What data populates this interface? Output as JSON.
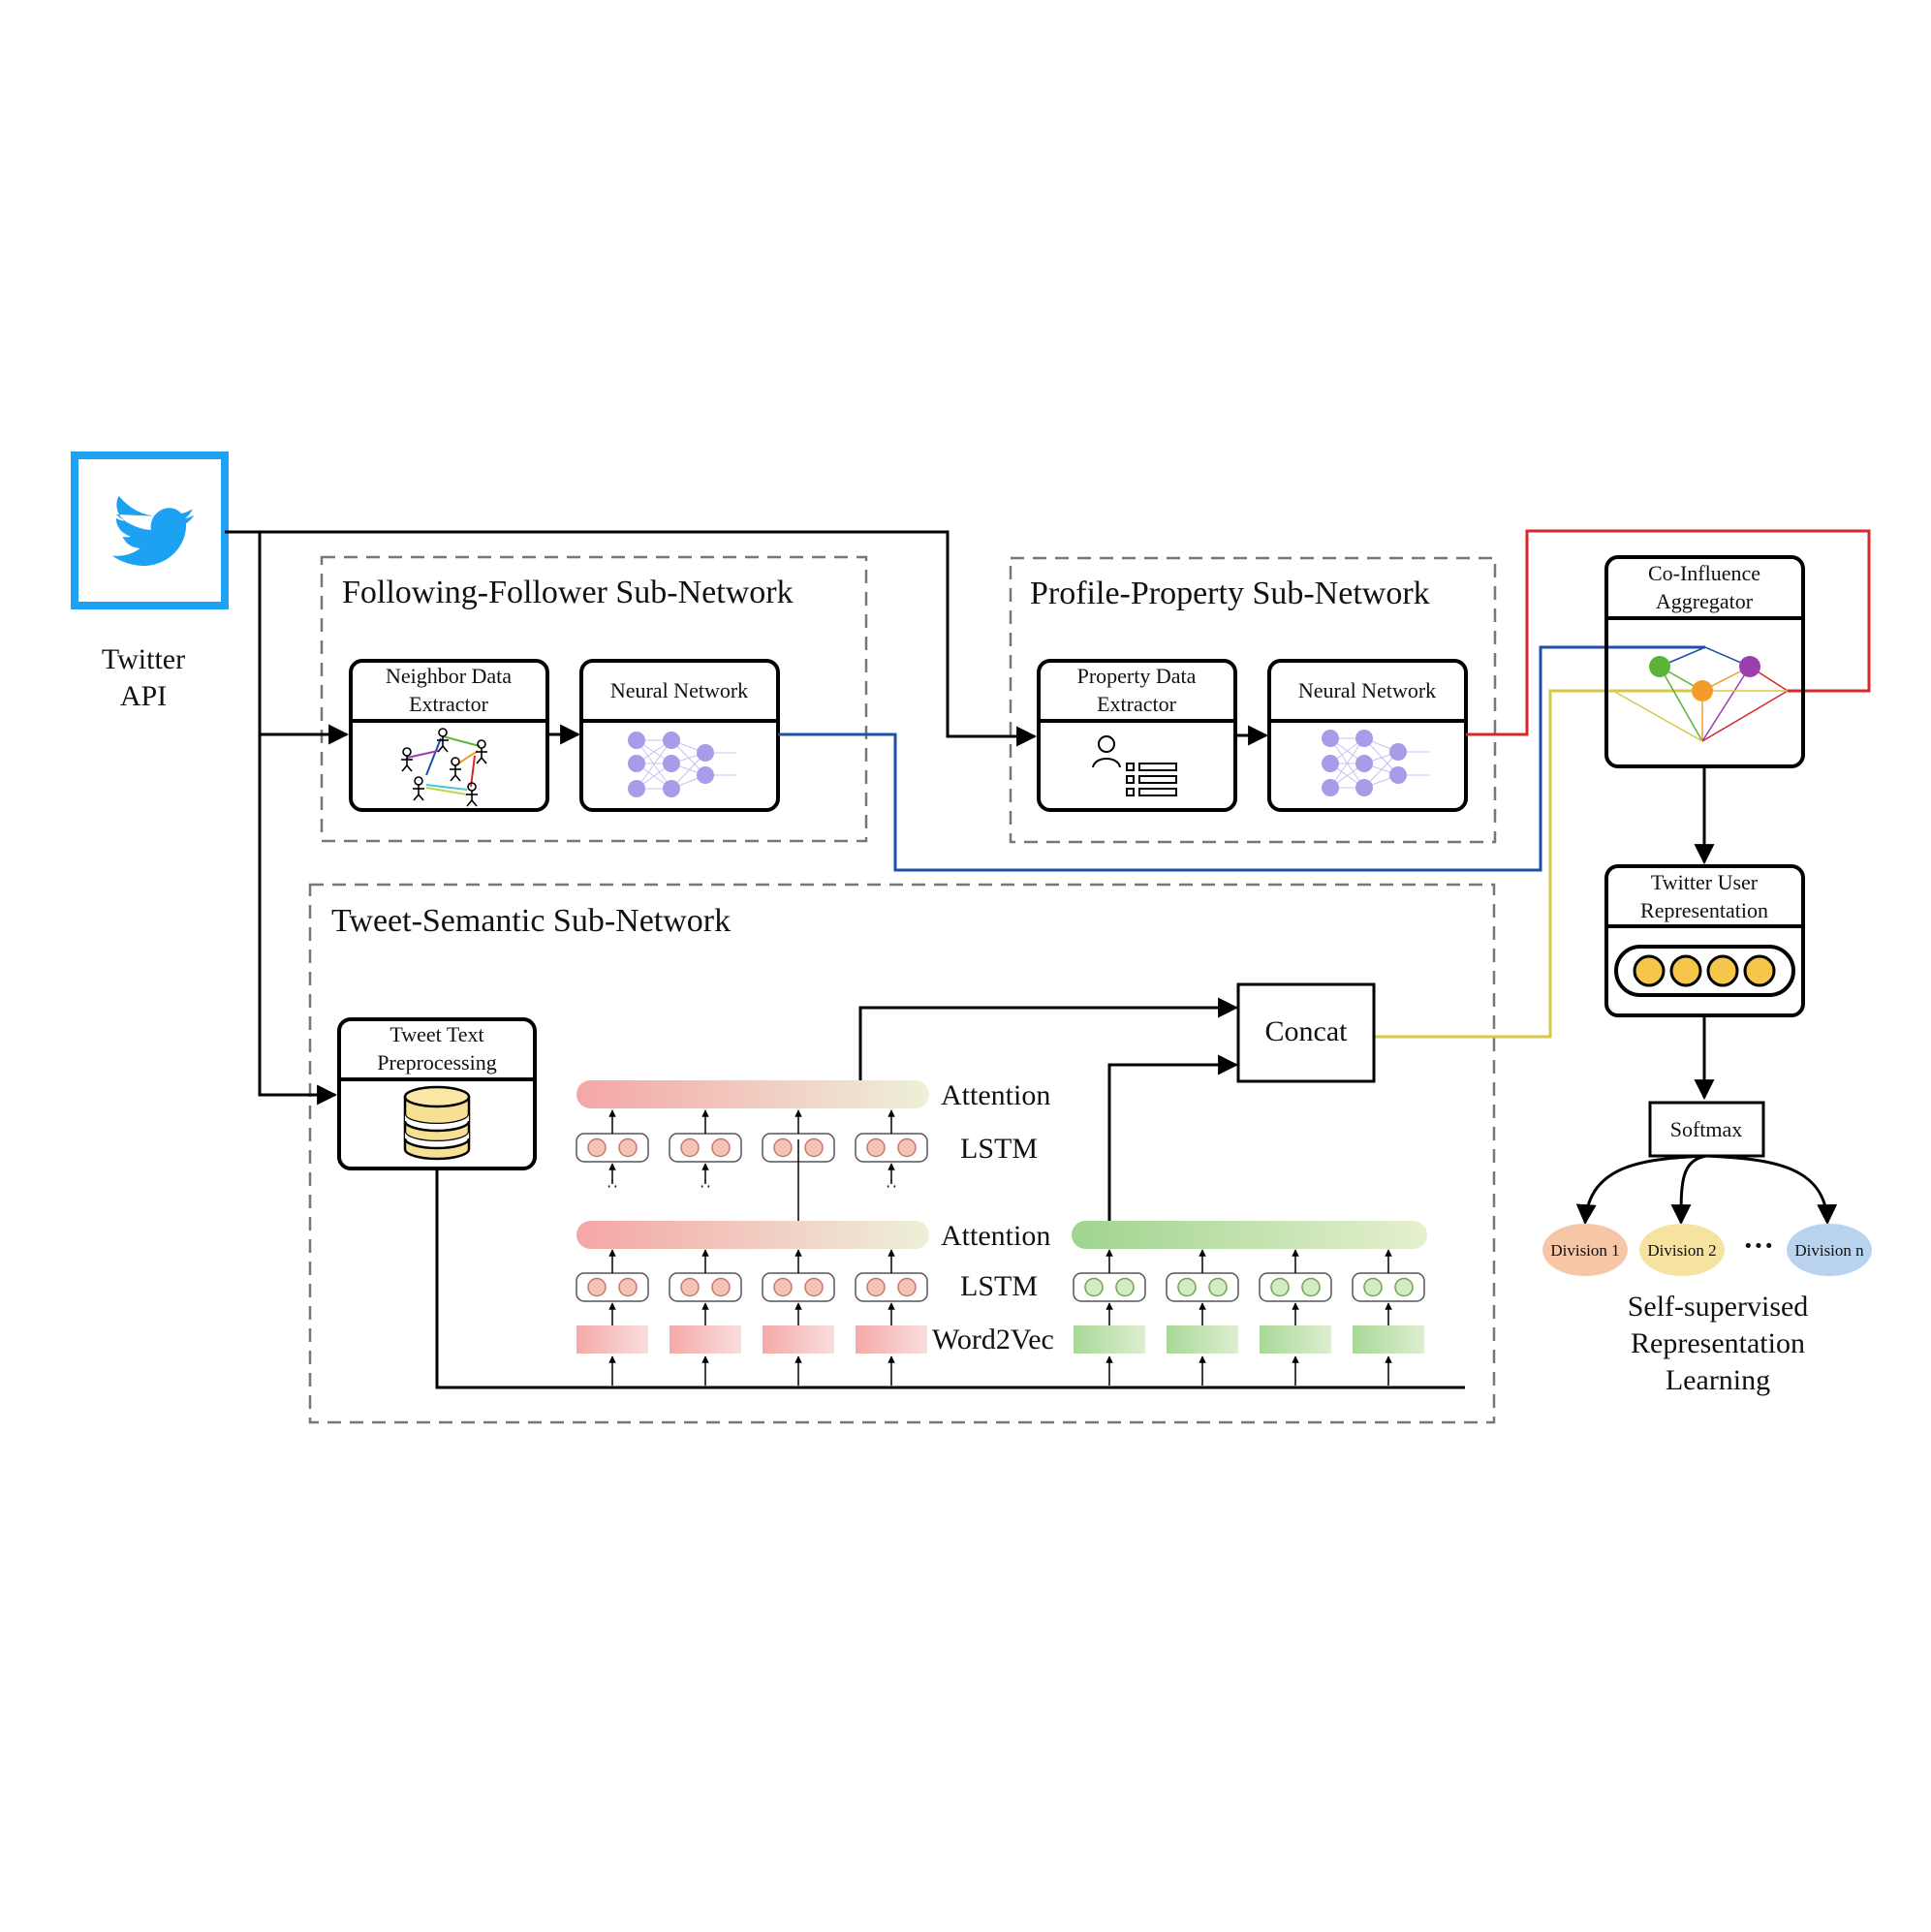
{
  "twitter_api": {
    "label_line1": "Twitter",
    "label_line2": "API",
    "icon": "twitter-bird-icon"
  },
  "sections": {
    "following": "Following-Follower Sub-Network",
    "profile": "Profile-Property Sub-Network",
    "tweet": "Tweet-Semantic Sub-Network"
  },
  "boxes": {
    "neighbor_extractor": [
      "Neighbor Data",
      "Extractor"
    ],
    "neural_network_1": "Neural Network",
    "property_extractor": [
      "Property Data",
      "Extractor"
    ],
    "neural_network_2": "Neural Network",
    "co_influence": [
      "Co-Influence",
      "Aggregator"
    ],
    "user_representation": [
      "Twitter User",
      "Representation"
    ],
    "softmax": "Softmax",
    "tweet_preprocessing": [
      "Tweet Text",
      "Preprocessing"
    ],
    "concat": "Concat"
  },
  "layers": {
    "attention_top": "Attention",
    "lstm_top": "LSTM",
    "attention_bottom": "Attention",
    "lstm_bottom": "LSTM",
    "word2vec": "Word2Vec"
  },
  "divisions": {
    "items": [
      "Division 1",
      "Division 2",
      "Division n"
    ],
    "ellipsis": "···"
  },
  "output_caption": [
    "Self-supervised",
    "Representation",
    "Learning"
  ],
  "colors": {
    "twitter_blue": "#1da1f2",
    "following_path": "#1f4fa8",
    "profile_path": "#d62828",
    "tweet_path": "#d8c84a",
    "nn_node": "#a99be8",
    "rep_node": "#f5c64a",
    "agg_green": "#5bb33a",
    "agg_orange": "#f59b2b",
    "agg_purple": "#9b3fb0",
    "division_1": "#f6c6a6",
    "division_2": "#f7e3a0",
    "division_n": "#b9d3ee"
  }
}
